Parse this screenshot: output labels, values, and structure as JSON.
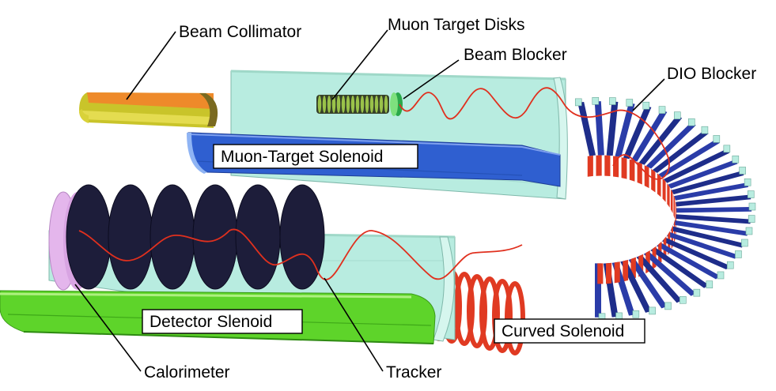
{
  "labels": {
    "beam_collimator": "Beam Collimator",
    "muon_target_disks": "Muon Target Disks",
    "beam_blocker": "Beam Blocker",
    "dio_blocker": "DIO Blocker",
    "muon_target_solenoid": "Muon-Target Solenoid",
    "detector_solenoid": "Detector Slenoid",
    "curved_solenoid": "Curved Solenoid",
    "calorimeter": "Calorimeter",
    "tracker": "Tracker"
  },
  "colors": {
    "solenoid_inner": "#b8ece0",
    "muon_solenoid_outer": "#2f5fd0",
    "detector_solenoid_outer": "#5ed42a",
    "coil_red": "#e03a22",
    "coil_blue": "#1e2d8a",
    "tracker_disk": "#1d1d3a",
    "calorimeter": "#e4b6ec",
    "collimator_orange": "#ee8a2a",
    "collimator_yellow": "#c9c42a",
    "track_line": "#e0301e"
  }
}
